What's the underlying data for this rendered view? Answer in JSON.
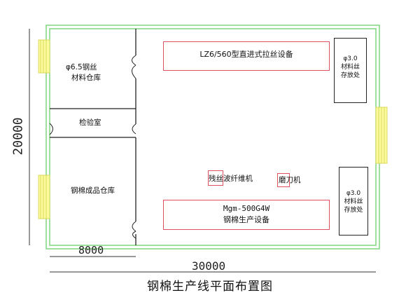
{
  "title": "钢棉生产线平面布置图",
  "dimensions": {
    "height": "20000",
    "left_width": "8000",
    "total_width": "30000"
  },
  "rooms": {
    "raw_warehouse": {
      "line1": "φ6.5钢丝",
      "line2": "材料仓库"
    },
    "inspection": "检验室",
    "product_warehouse": "钢棉成品仓库"
  },
  "equipment": {
    "wire_drawing": "LZ6/560型直进式拉丝设备",
    "storage_top": {
      "line1": "φ3.0",
      "line2": "材料丝",
      "line3": "存放处"
    },
    "storage_bottom": {
      "line1": "φ3.0",
      "line2": "材料丝",
      "line3": "存放处"
    },
    "waste_machine": "残丝波纤维机",
    "grinder": "磨刀机",
    "steel_wool_line": {
      "model": "Mgm-500G4W",
      "name": "钢棉生产设备"
    }
  }
}
